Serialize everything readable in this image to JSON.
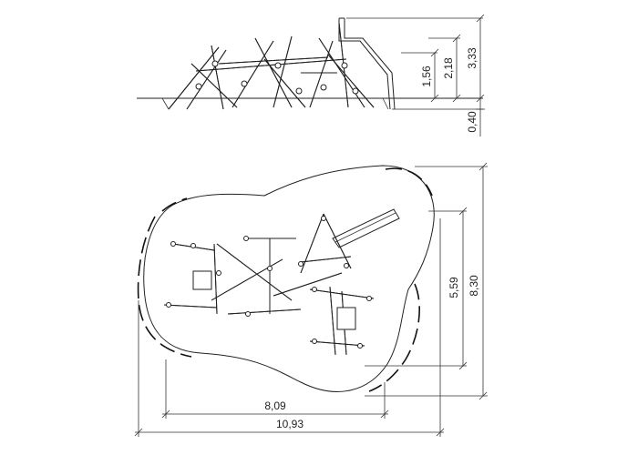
{
  "elevation_dimensions": {
    "total_height": "3,33",
    "deck_height": "2,18",
    "platform_height": "1,56",
    "foundation_depth": "0,40"
  },
  "plan_dimensions": {
    "overall_width": "10,93",
    "inner_width": "8,09",
    "overall_depth": "8,30",
    "inner_depth": "5,59"
  }
}
